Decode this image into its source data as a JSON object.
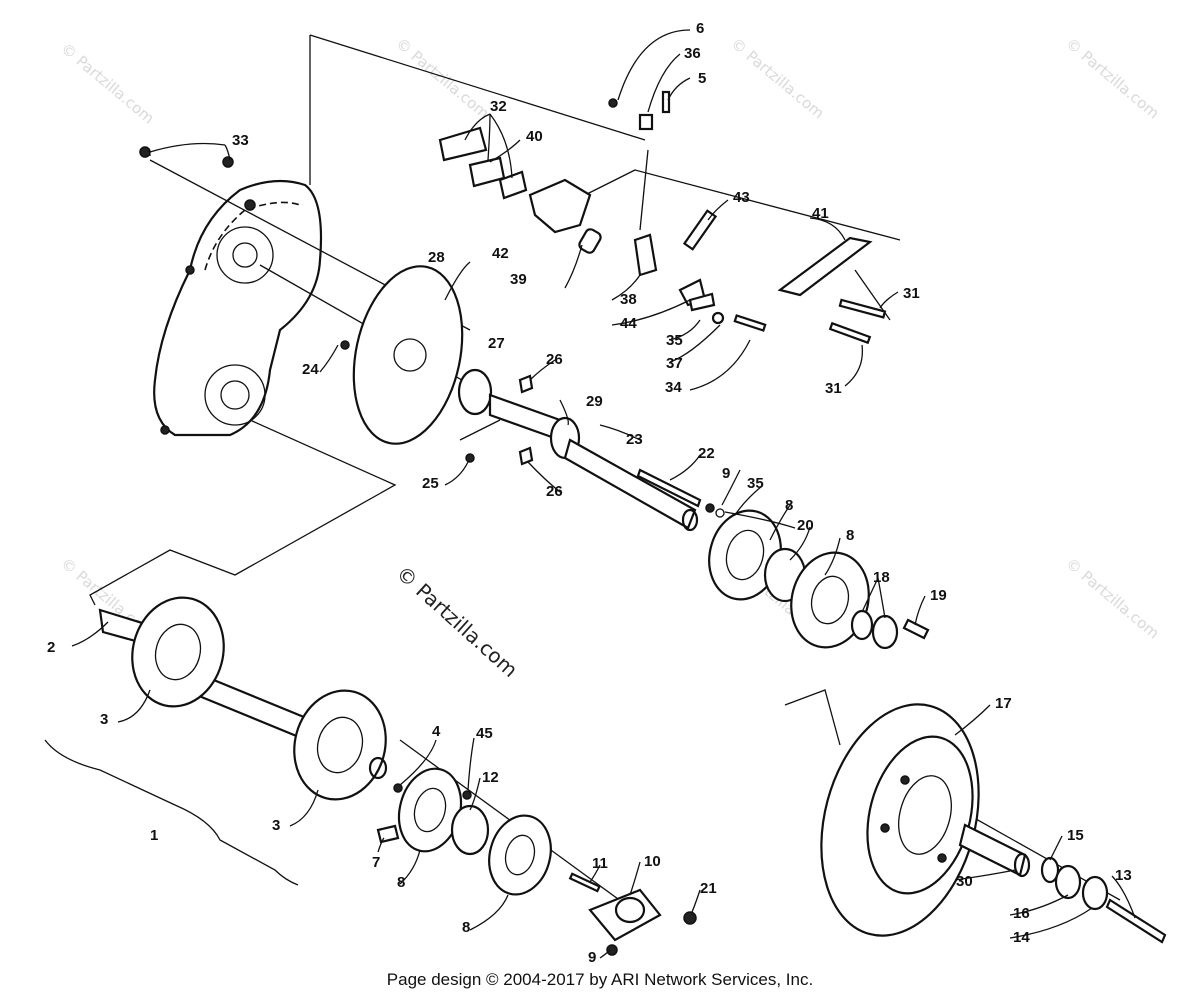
{
  "watermarks": {
    "corner_text": "© Partzilla.com",
    "center_text": "© Partzilla.com"
  },
  "callouts": [
    {
      "id": "c1",
      "label": "1"
    },
    {
      "id": "c2",
      "label": "2"
    },
    {
      "id": "c3a",
      "label": "3"
    },
    {
      "id": "c3b",
      "label": "3"
    },
    {
      "id": "c4",
      "label": "4"
    },
    {
      "id": "c5",
      "label": "5"
    },
    {
      "id": "c6",
      "label": "6"
    },
    {
      "id": "c7",
      "label": "7"
    },
    {
      "id": "c8a",
      "label": "8"
    },
    {
      "id": "c8b",
      "label": "8"
    },
    {
      "id": "c8c",
      "label": "8"
    },
    {
      "id": "c8d",
      "label": "8"
    },
    {
      "id": "c9a",
      "label": "9"
    },
    {
      "id": "c9b",
      "label": "9"
    },
    {
      "id": "c10",
      "label": "10"
    },
    {
      "id": "c11",
      "label": "11"
    },
    {
      "id": "c12",
      "label": "12"
    },
    {
      "id": "c13",
      "label": "13"
    },
    {
      "id": "c14",
      "label": "14"
    },
    {
      "id": "c15",
      "label": "15"
    },
    {
      "id": "c16",
      "label": "16"
    },
    {
      "id": "c17",
      "label": "17"
    },
    {
      "id": "c18",
      "label": "18"
    },
    {
      "id": "c19",
      "label": "19"
    },
    {
      "id": "c20",
      "label": "20"
    },
    {
      "id": "c21",
      "label": "21"
    },
    {
      "id": "c22",
      "label": "22"
    },
    {
      "id": "c23",
      "label": "23"
    },
    {
      "id": "c24",
      "label": "24"
    },
    {
      "id": "c25",
      "label": "25"
    },
    {
      "id": "c26a",
      "label": "26"
    },
    {
      "id": "c26b",
      "label": "26"
    },
    {
      "id": "c27",
      "label": "27"
    },
    {
      "id": "c28",
      "label": "28"
    },
    {
      "id": "c29",
      "label": "29"
    },
    {
      "id": "c30",
      "label": "30"
    },
    {
      "id": "c31a",
      "label": "31"
    },
    {
      "id": "c31b",
      "label": "31"
    },
    {
      "id": "c32",
      "label": "32"
    },
    {
      "id": "c33",
      "label": "33"
    },
    {
      "id": "c34",
      "label": "34"
    },
    {
      "id": "c35a",
      "label": "35"
    },
    {
      "id": "c35b",
      "label": "35"
    },
    {
      "id": "c36",
      "label": "36"
    },
    {
      "id": "c37",
      "label": "37"
    },
    {
      "id": "c38",
      "label": "38"
    },
    {
      "id": "c39",
      "label": "39"
    },
    {
      "id": "c40",
      "label": "40"
    },
    {
      "id": "c41",
      "label": "41"
    },
    {
      "id": "c42",
      "label": "42"
    },
    {
      "id": "c43",
      "label": "43"
    },
    {
      "id": "c44",
      "label": "44"
    },
    {
      "id": "c45",
      "label": "45"
    }
  ],
  "footer": {
    "text": "Page design © 2004-2017 by ARI Network Services, Inc."
  }
}
